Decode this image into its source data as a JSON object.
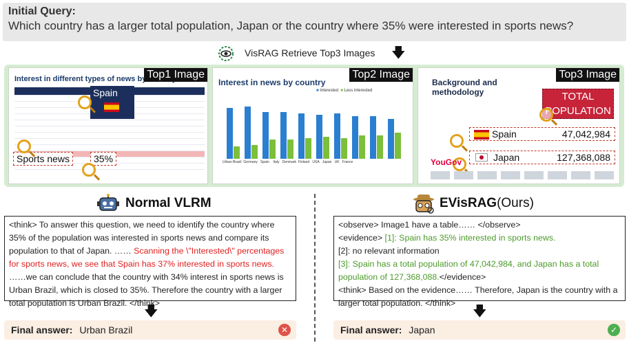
{
  "query": {
    "title": "Initial Query:",
    "text": "Which country has a larger total population, Japan or the country where 35% were interested in sports news?"
  },
  "retrieve": {
    "label": "VisRAG Retrieve Top3 Images",
    "icon": "eye-magnifier-icon"
  },
  "images": [
    {
      "label": "Top1 Image",
      "title": "Interest in different types of news by country",
      "callouts": {
        "country": "Spain",
        "topic": "Sports news",
        "value": "35%"
      }
    },
    {
      "label": "Top2 Image",
      "title": "Interest in news by country",
      "legend": [
        "Interested",
        "Less interested"
      ],
      "categories": [
        "Urban Brazil",
        "Germany",
        "Spain",
        "Italy",
        "Denmark",
        "Finland",
        "USA",
        "Japan",
        "UK",
        "France"
      ]
    },
    {
      "label": "Top3 Image",
      "title": "Background and methodology",
      "callout_heading": "TOTAL POPULATION",
      "rows": [
        {
          "country": "Spain",
          "population": "47,042,984"
        },
        {
          "country": "Japan",
          "population": "127,368,088"
        }
      ],
      "brand": "YouGov"
    }
  ],
  "normal": {
    "title": "Normal VLRM",
    "reasoning_before": "<think> To answer this question, we need to identify the country where 35% of the population was interested in sports news and compare its population to that of Japan. …… ",
    "reasoning_error": "Scanning the \\\"Interested\\\" percentages for sports news, we see that Spain has 37% interested in sports news.",
    "reasoning_after": " ……we can conclude that the country with 34% interest in sports news is Urban Brazil, which is closed to 35%. Therefore the country with a larger total population is Urban Brazil. </think>",
    "answer_label": "Final answer:",
    "answer": "Urban Brazil",
    "status": "wrong"
  },
  "evisrag": {
    "title_main": "EVisRAG",
    "title_suffix": "(Ours)",
    "observe": "<observe> Image1 have a table…… </observe>",
    "evidence_open": "<evidence> ",
    "evidence_1": "[1]: Spain has 35% interested in sports news.",
    "evidence_2": "[2]: no relevant information",
    "evidence_3": "[3]: Spain has a total population of 47,042,984, and Japan has a total population of 127,368,088.",
    "evidence_close": "</evidence>",
    "think": "<think> Based on the evidence…… Therefore, Japan is the country with a larger total population. </think>",
    "answer_label": "Final answer:",
    "answer": "Japan",
    "status": "correct"
  },
  "colors": {
    "error_text": "#e02020",
    "evidence_text": "#4c9a2a",
    "panel_bg": "#d6ecd2",
    "answer_bg": "#fbeee3",
    "wrong_icon": "#e0524a",
    "correct_icon": "#4caf50"
  }
}
